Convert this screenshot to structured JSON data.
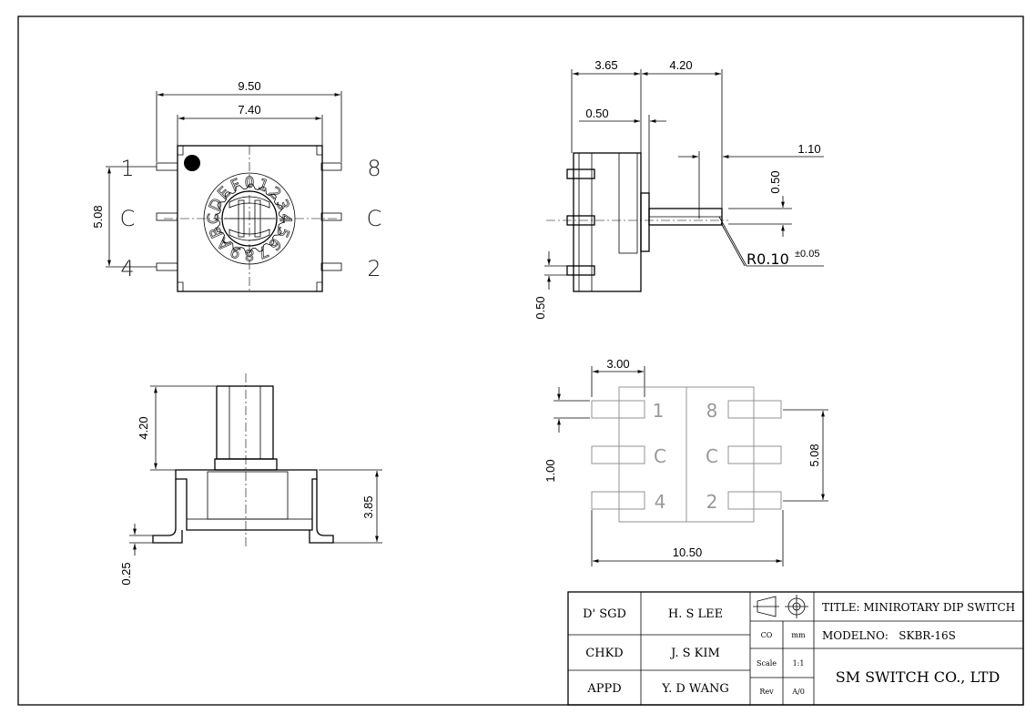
{
  "top_view": {
    "width_outer": "9.50",
    "width_inner": "7.40",
    "pitch_vertical": "5.08",
    "pin_labels": {
      "left_top": "1",
      "left_mid": "C",
      "left_bottom": "4",
      "right_top": "8",
      "right_mid": "C",
      "right_bottom": "2"
    },
    "dial_chars": [
      "0",
      "1",
      "2",
      "3",
      "4",
      "5",
      "6",
      "7",
      "8",
      "9",
      "A",
      "B",
      "C",
      "D",
      "E",
      "F"
    ]
  },
  "side_view": {
    "body_depth": "3.65",
    "shaft_length": "4.20",
    "flange": "0.50",
    "shaft_tip": "1.10",
    "slot_width": "0.50",
    "radius": "R0.10",
    "tolerance": "±0.05",
    "pin_thickness": "0.50"
  },
  "front_view": {
    "shaft_height": "4.20",
    "body_height": "3.85",
    "terminal_thickness": "0.25"
  },
  "footprint": {
    "pad_length": "3.00",
    "pad_width": "1.00",
    "pitch": "5.08",
    "total_width": "10.50",
    "pad_labels": {
      "left_top": "1",
      "left_mid": "C",
      "left_bottom": "4",
      "right_top": "8",
      "right_mid": "C",
      "right_bottom": "2"
    }
  },
  "title_block": {
    "designed_label": "D' SGD",
    "designed_by": "H. S LEE",
    "checked_label": "CHKD",
    "checked_by": "J. S KIM",
    "approved_label": "APPD",
    "approved_by": "Y. D WANG",
    "unit_label": "CO",
    "unit_value": "mm",
    "scale_label": "Scale",
    "scale_value": "1:1",
    "rev_label": "Rev",
    "rev_value": "A/0",
    "title": "TITLE: MINIROTARY DIP SWITCH",
    "model": "MODELNO:   SKBR-16S",
    "company": "SM SWITCH CO., LTD"
  }
}
